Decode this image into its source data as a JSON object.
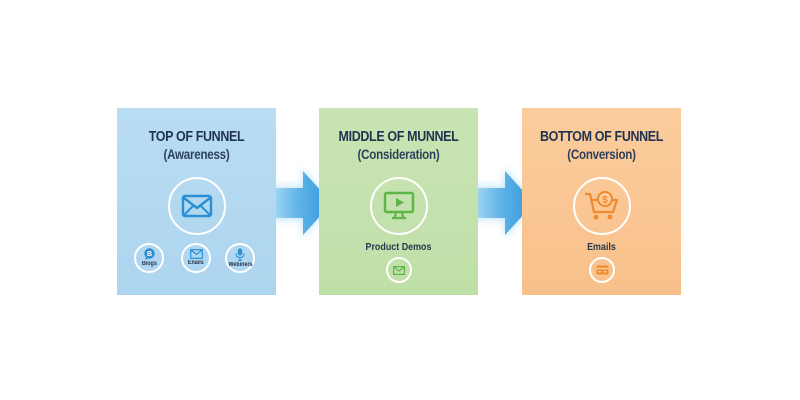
{
  "funnel": {
    "stages": [
      {
        "title": "TOP OF FUNNEL",
        "subtitle": "(Awareness)",
        "main_icon": "envelope-icon",
        "color": "#add5ef",
        "icon_color": "#2a8fd4",
        "channels": [
          {
            "label": "Blogs",
            "icon": "blog-bubble-icon"
          },
          {
            "label": "Enails",
            "icon": "envelope-icon"
          },
          {
            "label": "Webiners",
            "icon": "microphone-icon"
          }
        ]
      },
      {
        "title": "MIDDLE OF MUNNEL",
        "subtitle": "(Consideration)",
        "main_icon": "monitor-play-icon",
        "color": "#bfdfa8",
        "icon_color": "#5cb544",
        "label": "Product Demos",
        "secondary_icon": "envelope-icon"
      },
      {
        "title": "BOTTOM OF FUNNEL",
        "subtitle": "(Conversion)",
        "main_icon": "cart-dollar-icon",
        "color": "#f8c08b",
        "icon_color": "#f08a2c",
        "label": "Emails",
        "secondary_icon": "credit-card-icon"
      }
    ],
    "arrow_color": "#3fa3df"
  }
}
